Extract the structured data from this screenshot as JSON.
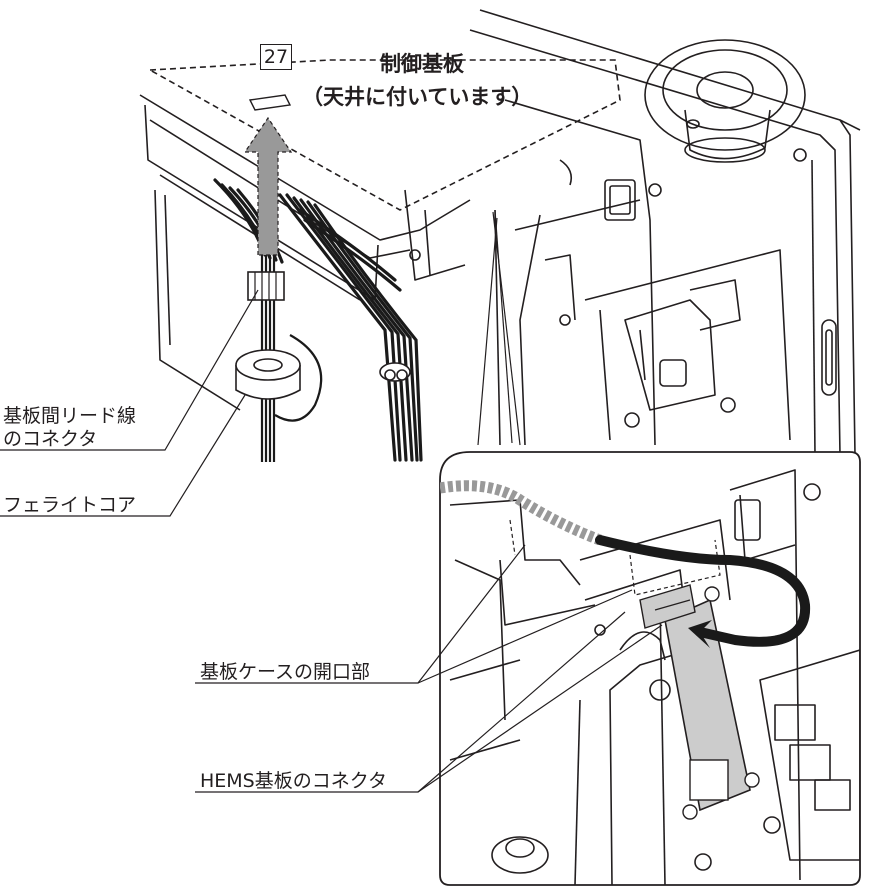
{
  "step_number": "27",
  "control_board": {
    "title": "制御基板",
    "note": "（天井に付いています）"
  },
  "callouts": {
    "connector_line1": "基板間リード線",
    "connector_line2": "のコネクタ",
    "ferrite_core": "フェライトコア",
    "case_opening": "基板ケースの開口部",
    "hems_connector": "HEMS基板のコネクタ"
  },
  "colors": {
    "line": "#231f20",
    "cable": "#1a1a1a",
    "board_fill": "#cccccc",
    "arrow_fill": "#999999"
  }
}
